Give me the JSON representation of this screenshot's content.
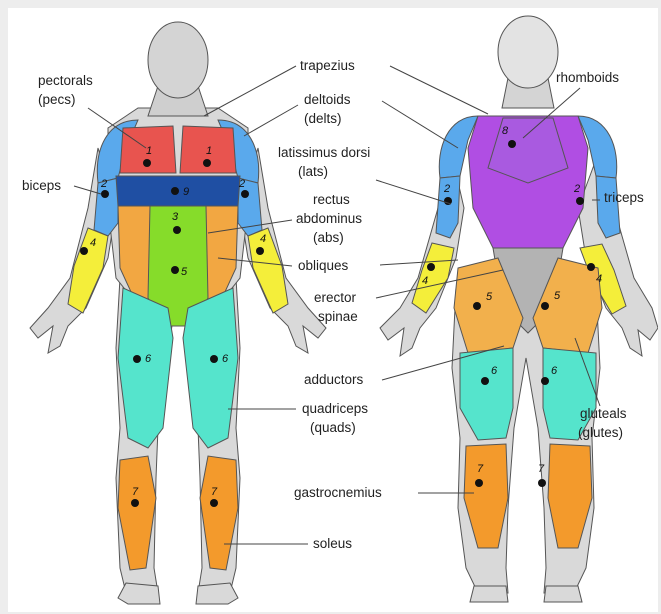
{
  "labels": {
    "pectorals": "pectorals",
    "pectorals_abbr": "(pecs)",
    "trapezius": "trapezius",
    "deltoids": "deltoids",
    "deltoids_abbr": "(delts)",
    "latissimus": "latissimus dorsi",
    "latissimus_abbr": "(lats)",
    "rectus": "rectus",
    "abdominus": "abdominus",
    "abdominus_abbr": "(abs)",
    "obliques": "obliques",
    "erector": "erector",
    "spinae": "spinae",
    "adductors": "adductors",
    "quadriceps": "quadriceps",
    "quadriceps_abbr": "(quads)",
    "gastrocnemius": "gastrocnemius",
    "soleus": "soleus",
    "rhomboids": "rhomboids",
    "biceps": "biceps",
    "triceps": "triceps",
    "gluteals": "gluteals",
    "gluteals_abbr": "(glutes)"
  },
  "numbers": {
    "one": "1",
    "two": "2",
    "three": "3",
    "four": "4",
    "five": "5",
    "six": "6",
    "seven": "7",
    "eight": "8",
    "nine": "9"
  },
  "colors": {
    "background": "#ededed",
    "panel": "#ffffff",
    "skin": "#d9d9d9",
    "skin_outline": "#555555",
    "pectorals": "#e8544f",
    "deltoids": "#5aa9ec",
    "biceps": "#5aa9ec",
    "forearm": "#f4ee3a",
    "abs": "#86dc2a",
    "obliques": "#f2a742",
    "chest_band": "#1f4fa3",
    "quads": "#55e4cc",
    "calves": "#f39a2c",
    "rhomboids": "#a95ae0",
    "lats": "#b04ee3",
    "glutes": "#f2b04c",
    "spine": "#b3b3b3"
  }
}
